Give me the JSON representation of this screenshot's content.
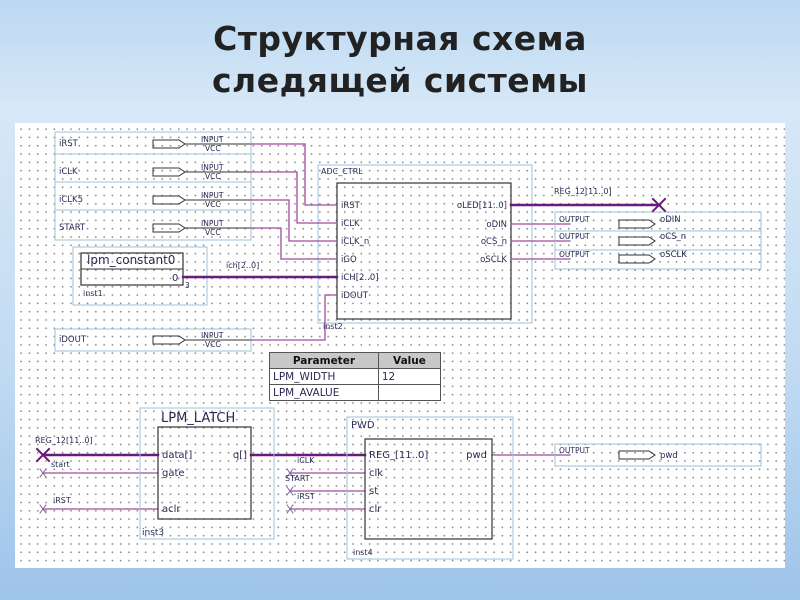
{
  "slide": {
    "title_line1": "Структурная схема",
    "title_line2": "следящей системы"
  },
  "colors": {
    "wire": "#a04a9c",
    "bus": "#6a1a7a",
    "block_border": "#333333",
    "group_border": "#9ec0d8",
    "text": "#2a2a55"
  },
  "inputs": [
    {
      "name": "iRST",
      "type": "INPUT",
      "default": "VCC"
    },
    {
      "name": "iCLK",
      "type": "INPUT",
      "default": "VCC"
    },
    {
      "name": "iCLK5",
      "type": "INPUT",
      "default": "VCC"
    },
    {
      "name": "START",
      "type": "INPUT",
      "default": "VCC"
    },
    {
      "name": "iDOUT",
      "type": "INPUT",
      "default": "VCC"
    }
  ],
  "lpm_constant": {
    "name": "lpm_constant0",
    "instance": "inst1",
    "value": "0",
    "width": "3"
  },
  "bus_label_ich": "ich[2..0]",
  "adc_ctrl": {
    "name": "ADC_CTRL",
    "instance": "inst2",
    "inputs": [
      "iRST",
      "iCLK",
      "iCLK_n",
      "iGO",
      "iCH[2..0]",
      "iDOUT"
    ],
    "outputs": [
      "oLED[11..0]",
      "oDIN",
      "oCS_n",
      "oSCLK"
    ]
  },
  "reg_bus": "REG_12[11..0]",
  "adc_outputs": [
    {
      "type": "OUTPUT",
      "name": "oDIN"
    },
    {
      "type": "OUTPUT",
      "name": "oCS_n"
    },
    {
      "type": "OUTPUT",
      "name": "oSCLK"
    }
  ],
  "parameter_table": {
    "headers": [
      "Parameter",
      "Value"
    ],
    "rows": [
      [
        "LPM_WIDTH",
        "12"
      ],
      [
        "LPM_AVALUE",
        ""
      ]
    ]
  },
  "lpm_latch": {
    "name": "LPM_LATCH",
    "instance": "inst3",
    "ports_in": [
      "data[]",
      "gate",
      "aclr"
    ],
    "port_out": "q[]"
  },
  "latch_inputs": {
    "bus": "REG_12[11..0]",
    "gate": "start",
    "aclr": "iRST"
  },
  "pwd": {
    "name": "PWD",
    "instance": "inst4",
    "ports_in": [
      "REG_[11..0]",
      "clk",
      "st",
      "clr"
    ],
    "port_out": "pwd",
    "net_clk": "iCLK",
    "net_st": "START",
    "net_clr": "iRST"
  },
  "pwd_output": {
    "type": "OUTPUT",
    "name": "pwd"
  }
}
